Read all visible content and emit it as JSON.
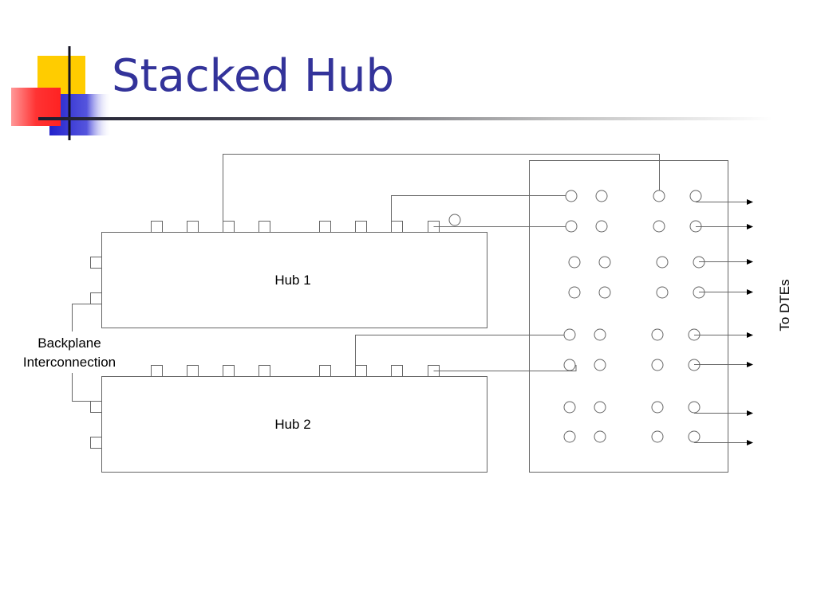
{
  "slide": {
    "title": "Stacked Hub"
  },
  "logo": {
    "colors": {
      "yellow": "#ffcc00",
      "red": "#ff3333",
      "blue": "#3333cc",
      "line": "#111122"
    }
  },
  "diagram": {
    "hub1": {
      "label": "Hub 1"
    },
    "hub2": {
      "label": "Hub 2"
    },
    "backplane": {
      "label_line1": "Backplane",
      "label_line2": "Interconnection"
    },
    "dte_label": "To DTEs"
  },
  "colors": {
    "title": "#33339a",
    "line": "#555555",
    "text": "#000000"
  }
}
